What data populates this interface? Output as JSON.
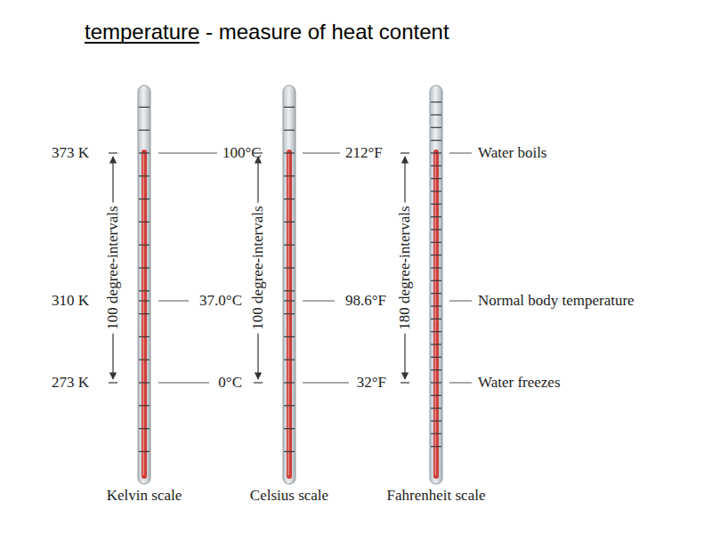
{
  "diagram": {
    "title": "temperature - measure of heat content",
    "labels": [
      "373 K",
      "100°C",
      "212°F",
      "Water boils",
      "100 degree-intervals",
      "100 degree-intervals",
      "180 degree-intervals",
      "310 K",
      "37.0°C",
      "98.6°F",
      "Normal body temperature",
      "273 K",
      "0°C",
      "32°F",
      "Water freezes",
      "Kelvin scale",
      "Celsius scale",
      "Fahrenheit scale"
    ]
  }
}
